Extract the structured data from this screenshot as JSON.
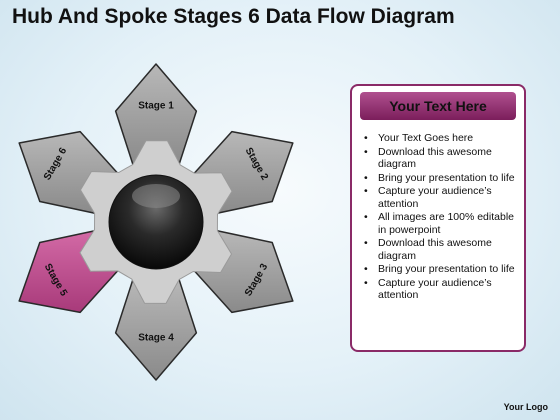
{
  "title": "Hub And Spoke Stages 6 Data Flow Diagram",
  "stages": [
    {
      "label": "Stage 1",
      "color": "#9a9a9a",
      "highlighted": false
    },
    {
      "label": "Stage 2",
      "color": "#9a9a9a",
      "highlighted": false
    },
    {
      "label": "Stage 3",
      "color": "#9a9a9a",
      "highlighted": false
    },
    {
      "label": "Stage 4",
      "color": "#9a9a9a",
      "highlighted": false
    },
    {
      "label": "Stage 5",
      "color": "#c04f91",
      "highlighted": true
    },
    {
      "label": "Stage 6",
      "color": "#9a9a9a",
      "highlighted": false
    }
  ],
  "text_panel": {
    "header": "Your Text Here",
    "accent_color": "#8a2a67",
    "bullets": [
      "Your Text Goes here",
      "Download this awesome diagram",
      "Bring your presentation to life",
      "Capture your audience’s attention",
      "All images are 100% editable in powerpoint",
      "Download this awesome diagram",
      "Bring your presentation to life",
      "Capture your audience’s attention"
    ]
  },
  "footer": {
    "logo_text": "Your Logo"
  }
}
